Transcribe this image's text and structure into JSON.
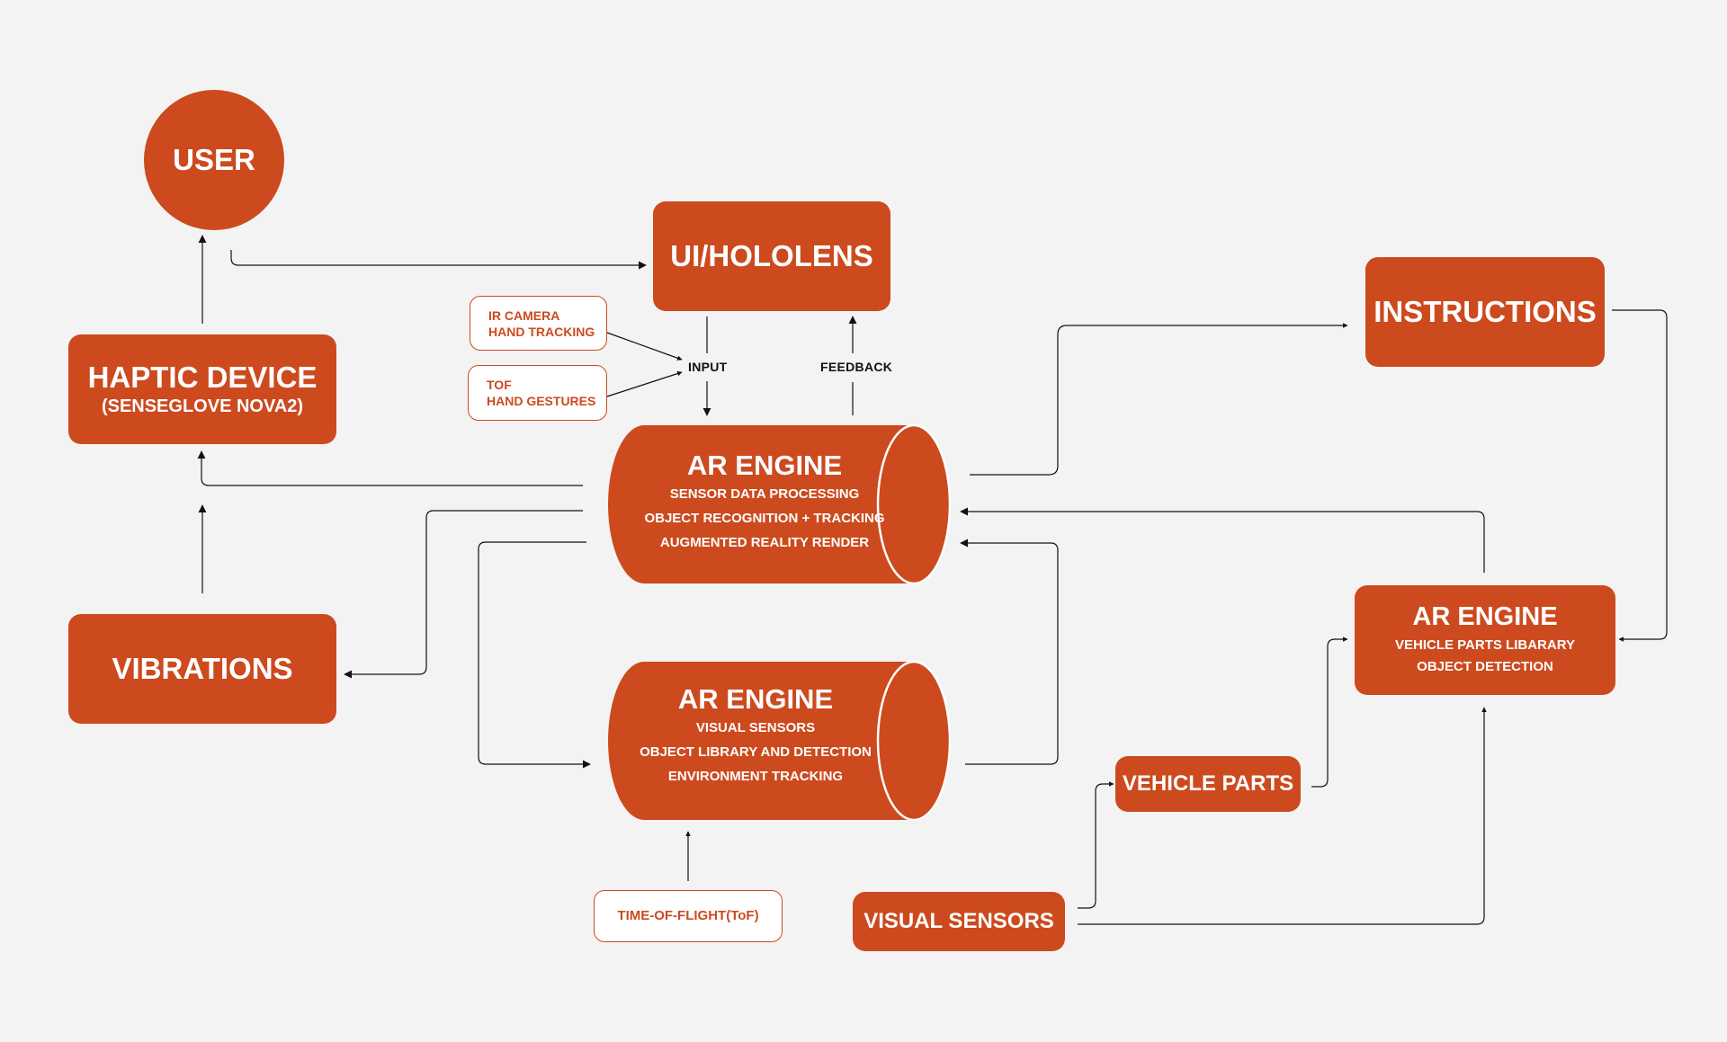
{
  "colors": {
    "background": "#f3f3f3",
    "accent": "#cc4a1e",
    "outline_fill": "#ffffff",
    "line": "#111111"
  },
  "nodes": {
    "user": "USER",
    "ui_hololens": "UI/HOLOLENS",
    "instructions": "INSTRUCTIONS",
    "haptic_device": {
      "title": "HAPTIC DEVICE",
      "subtitle": "(SENSEGLOVE NOVA2)"
    },
    "vibrations": "VIBRATIONS",
    "ar_engine_main": {
      "title": "AR ENGINE",
      "lines": [
        "SENSOR DATA PROCESSING",
        "OBJECT RECOGNITION + TRACKING",
        "AUGMENTED REALITY RENDER"
      ]
    },
    "ar_engine_visual": {
      "title": "AR ENGINE",
      "lines": [
        "VISUAL SENSORS",
        "OBJECT LIBRARY AND DETECTION",
        "ENVIRONMENT TRACKING"
      ]
    },
    "ar_engine_vehicle": {
      "title": "AR ENGINE",
      "lines": [
        "VEHICLE PARTS LIBARARY",
        "OBJECT DETECTION"
      ]
    },
    "vehicle_parts": "VEHICLE PARTS",
    "visual_sensors": "VISUAL SENSORS"
  },
  "inputs": {
    "ir_camera": [
      "IR CAMERA",
      "HAND TRACKING"
    ],
    "tof_gestures": [
      "TOF",
      "HAND GESTURES"
    ],
    "time_of_flight": "TIME-OF-FLIGHT(ToF)"
  },
  "edge_labels": {
    "input": "INPUT",
    "feedback": "FEEDBACK"
  }
}
